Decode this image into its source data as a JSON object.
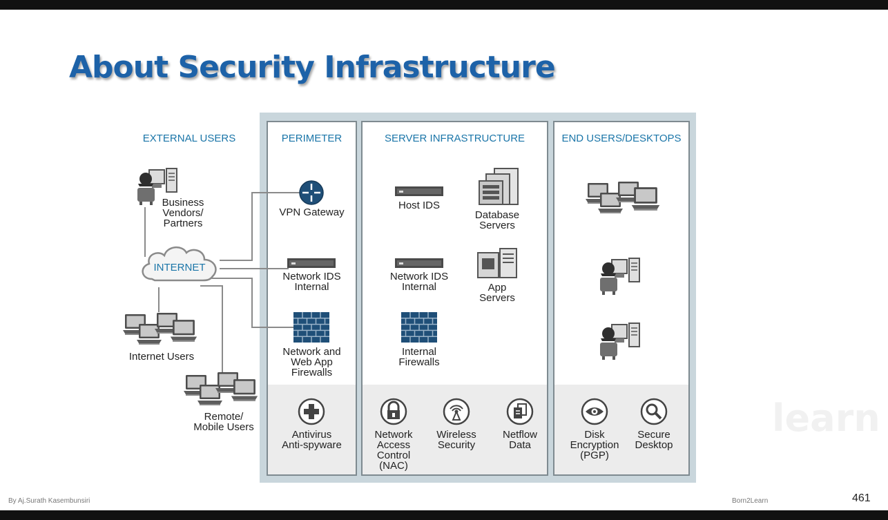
{
  "slide": {
    "title": "About Security Infrastructure",
    "footer_left": "By Aj.Surath Kasembunsiri",
    "footer_center": "Born2Learn",
    "page_number": "461",
    "watermark": "learn"
  },
  "diagram": {
    "external": {
      "header": "EXTERNAL USERS",
      "partners_line1": "Business",
      "partners_line2": "Vendors/",
      "partners_line3": "Partners",
      "internet": "INTERNET",
      "internet_users": "Internet Users",
      "remote_line1": "Remote/",
      "remote_line2": "Mobile Users"
    },
    "perimeter": {
      "header": "PERIMETER",
      "vpn": "VPN Gateway",
      "ids_line1": "Network IDS",
      "ids_line2": "Internal",
      "fw_line1": "Network and",
      "fw_line2": "Web App",
      "fw_line3": "Firewalls",
      "av_line1": "Antivirus",
      "av_line2": "Anti-spyware"
    },
    "server": {
      "header": "SERVER INFRASTRUCTURE",
      "host_ids": "Host IDS",
      "db_line1": "Database",
      "db_line2": "Servers",
      "ids_line1": "Network IDS",
      "ids_line2": "Internal",
      "app_line1": "App",
      "app_line2": "Servers",
      "fw_line1": "Internal",
      "fw_line2": "Firewalls",
      "nac_line1": "Network",
      "nac_line2": "Access",
      "nac_line3": "Control",
      "nac_line4": "(NAC)",
      "wireless_line1": "Wireless",
      "wireless_line2": "Security",
      "netflow_line1": "Netflow",
      "netflow_line2": "Data"
    },
    "endusers": {
      "header": "END USERS/DESKTOPS",
      "disk_line1": "Disk",
      "disk_line2": "Encryption",
      "disk_line3": "(PGP)",
      "secure_line1": "Secure",
      "secure_line2": "Desktop"
    }
  },
  "colors": {
    "title": "#1d62a8",
    "header_text": "#1a75a8",
    "panel_border": "#7e8a90",
    "panel_bg": "#c9d6dc",
    "firewall": "#1f4f78"
  }
}
